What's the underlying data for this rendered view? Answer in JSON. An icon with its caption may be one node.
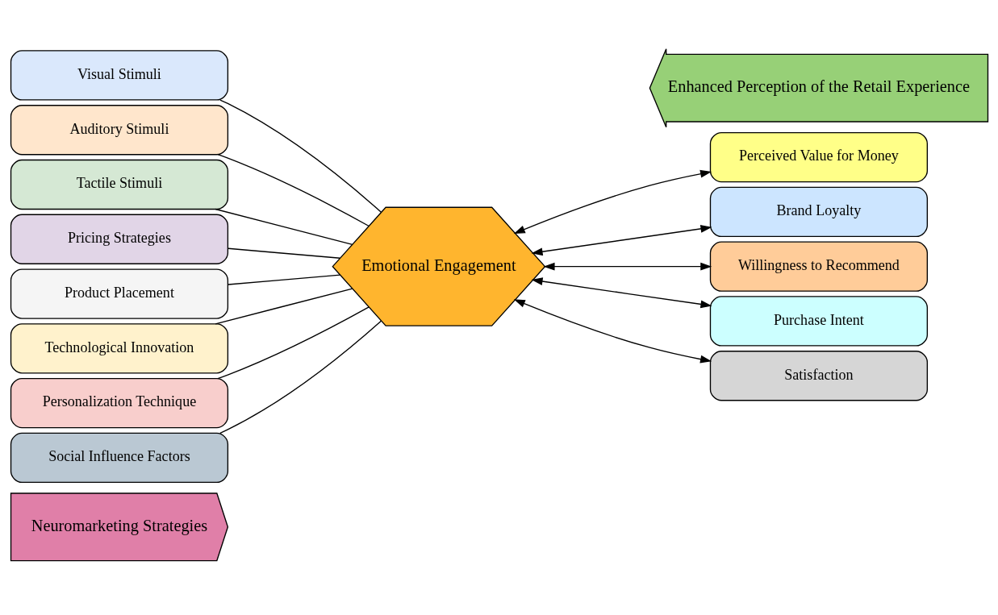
{
  "diagram": {
    "nodes": [
      {
        "text": [
          "Neuromarketing Strategies"
        ]
      },
      {
        "text": [
          "Visual Stimuli"
        ]
      },
      {
        "text": [
          "Auditory Stimuli"
        ]
      },
      {
        "text": [
          "Tactile Stimuli"
        ]
      },
      {
        "text": [
          "Pricing Strategies"
        ]
      },
      {
        "text": [
          "Product Placement"
        ]
      },
      {
        "text": [
          "Technological Innovation"
        ]
      },
      {
        "text": [
          "Personalization Technique"
        ]
      },
      {
        "text": [
          "Social Influence Factors"
        ]
      },
      {
        "text": [
          "Emotional Engagement"
        ]
      },
      {
        "text": [
          "Enhanced Perception of the Retail Experience"
        ]
      },
      {
        "text": [
          "Perceived Value for Money"
        ]
      },
      {
        "text": [
          "Brand Loyalty"
        ]
      },
      {
        "text": [
          "Willingness to Recommend"
        ]
      },
      {
        "text": [
          "Purchase Intent"
        ]
      },
      {
        "text": [
          "Satisfaction"
        ]
      }
    ],
    "edges": [
      {
        "from": 1,
        "to": 9,
        "arrow": "none"
      },
      {
        "from": 2,
        "to": 9,
        "arrow": "none"
      },
      {
        "from": 3,
        "to": 9,
        "arrow": "none"
      },
      {
        "from": 4,
        "to": 9,
        "arrow": "none"
      },
      {
        "from": 5,
        "to": 9,
        "arrow": "none"
      },
      {
        "from": 6,
        "to": 9,
        "arrow": "none"
      },
      {
        "from": 7,
        "to": 9,
        "arrow": "none"
      },
      {
        "from": 8,
        "to": 9,
        "arrow": "none"
      },
      {
        "from": 9,
        "to": 11,
        "arrow": "both"
      },
      {
        "from": 9,
        "to": 12,
        "arrow": "both"
      },
      {
        "from": 9,
        "to": 13,
        "arrow": "both"
      },
      {
        "from": 9,
        "to": 14,
        "arrow": "both"
      },
      {
        "from": 9,
        "to": 15,
        "arrow": "both"
      }
    ]
  }
}
